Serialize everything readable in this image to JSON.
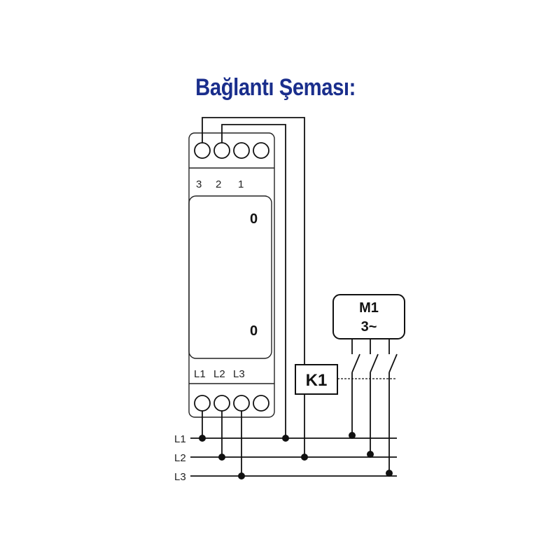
{
  "title": "Bağlantı Şeması:",
  "device": {
    "top_terminals": [
      "3",
      "2",
      "1"
    ],
    "bottom_terminals": [
      "L1",
      "L2",
      "L3"
    ],
    "indicator_top": "0",
    "indicator_bottom": "0"
  },
  "contactor": {
    "label": "K1"
  },
  "motor": {
    "name": "M1",
    "type": "3~"
  },
  "lines": [
    "L1",
    "L2",
    "L3"
  ],
  "colors": {
    "title": "#1a2e8c",
    "line": "#111111"
  }
}
